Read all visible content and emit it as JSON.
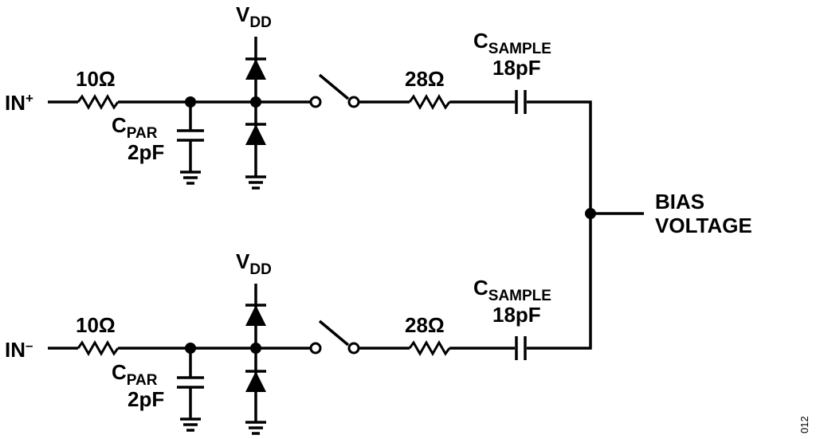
{
  "channels": [
    {
      "input": {
        "base": "IN",
        "sup": "+"
      },
      "series_resistor": "10Ω",
      "cpar": {
        "base": "C",
        "sub": "PAR",
        "value": "2pF"
      },
      "supply": {
        "base": "V",
        "sub": "DD"
      },
      "switch_resistor": "28Ω",
      "csample": {
        "base": "C",
        "sub": "SAMPLE",
        "value": "18pF"
      }
    },
    {
      "input": {
        "base": "IN",
        "sup": "–"
      },
      "series_resistor": "10Ω",
      "cpar": {
        "base": "C",
        "sub": "PAR",
        "value": "2pF"
      },
      "supply": {
        "base": "V",
        "sub": "DD"
      },
      "switch_resistor": "28Ω",
      "csample": {
        "base": "C",
        "sub": "SAMPLE",
        "value": "18pF"
      }
    }
  ],
  "output": {
    "line1": "BIAS",
    "line2": "VOLTAGE"
  },
  "figure_number": "012"
}
